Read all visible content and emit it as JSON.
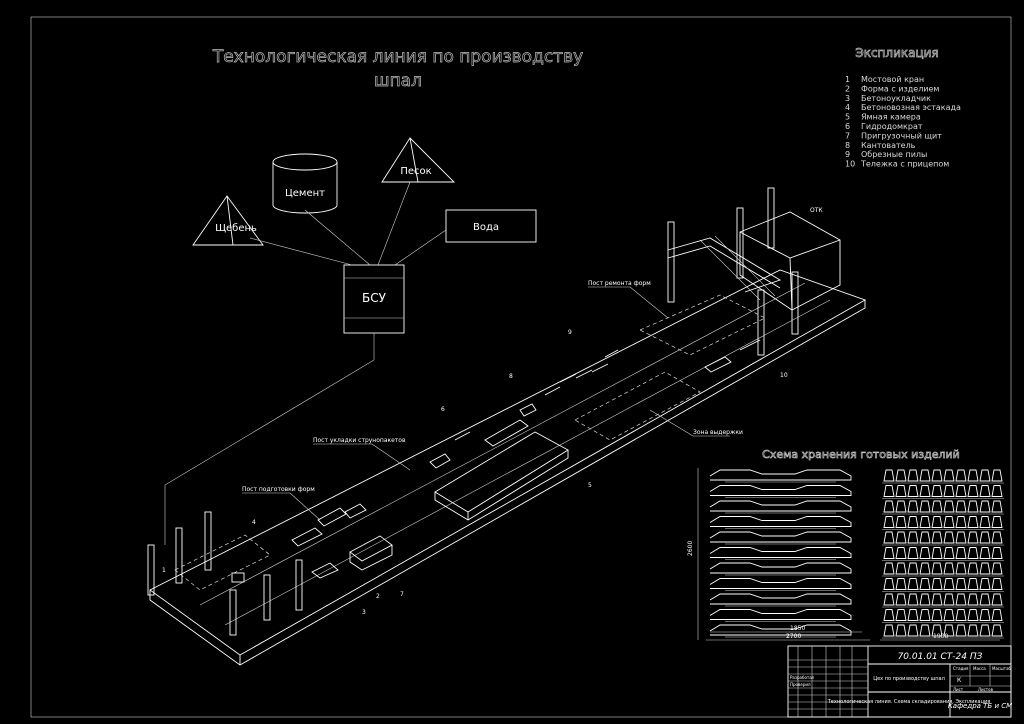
{
  "title": {
    "line1": "Технологическая линия по производству",
    "line2": "шпал"
  },
  "explication": {
    "heading": "Экспликация",
    "items": [
      {
        "num": "1",
        "text": "Мостовой кран"
      },
      {
        "num": "2",
        "text": "Форма с изделием"
      },
      {
        "num": "3",
        "text": "Бетоноукладчик"
      },
      {
        "num": "4",
        "text": "Бетоновозная эстакада"
      },
      {
        "num": "5",
        "text": "Ямная камера"
      },
      {
        "num": "6",
        "text": "Гидродомкрат"
      },
      {
        "num": "7",
        "text": "Пригрузочный щит"
      },
      {
        "num": "8",
        "text": "Кантователь"
      },
      {
        "num": "9",
        "text": "Обрезные пилы"
      },
      {
        "num": "10",
        "text": "Тележка с прицепом"
      }
    ]
  },
  "materials": {
    "cement": "Цемент",
    "sand": "Песок",
    "gravel": "Щебень",
    "water": "Вода",
    "mixer": "БСУ"
  },
  "line_labels": {
    "otk": "ОТК",
    "form_repair": "Пост ремонта форм",
    "strand_laying": "Пост укладки струнопакетов",
    "form_prep": "Пост подготовки форм",
    "holding_zone": "Зона выдержки"
  },
  "callouts": [
    "1",
    "2",
    "3",
    "4",
    "5",
    "6",
    "7",
    "8",
    "9",
    "10"
  ],
  "storage": {
    "heading": "Схема хранения готовых изделий",
    "dim_height": "2600",
    "dim_inner": "1850",
    "dim_total": "2700",
    "dim_right": "1900"
  },
  "stamp": {
    "code": "70.01.01 СТ-24 ПЗ",
    "name": "Цех по производству шпал",
    "sheet_title": "Технологическая линия. Схема складирования. Экспликация",
    "stage_label": "Стадия",
    "mass_label": "Масса",
    "scale_label": "Масштаб",
    "stage_value": "К",
    "sheet_label": "Лист",
    "sheets_label": "Листов",
    "department": "Кафедра ТБ и СМ",
    "rows": [
      "Разработал",
      "Проверил"
    ]
  }
}
